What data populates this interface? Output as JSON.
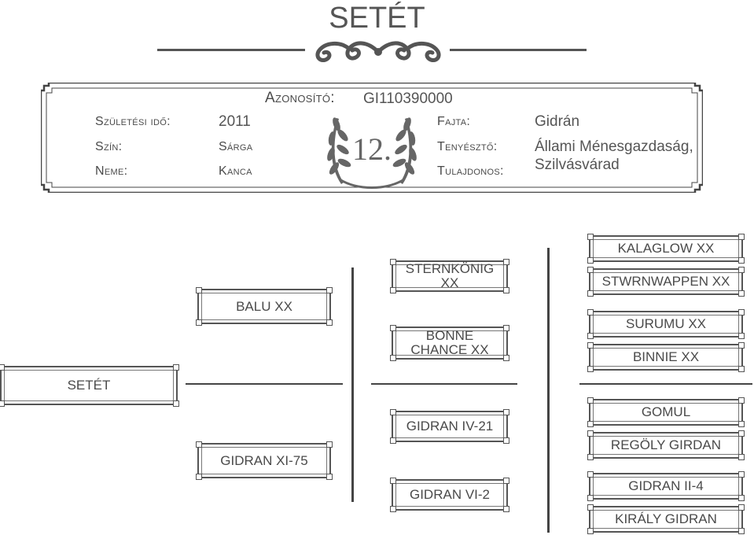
{
  "title": "SETÉT",
  "info": {
    "id_label": "Azonosító:",
    "id_value": "GI110390000",
    "birth_label": "Születési idő:",
    "birth_value": "2011",
    "color_label": "Szín:",
    "color_value": "Sárga",
    "sex_label": "Neme:",
    "sex_value": "Kanca",
    "number": "12.",
    "breed_label": "Fajta:",
    "breed_value": "Gidrán",
    "breeder_label": "Tenyésztő:",
    "breeder_value_1": "Állami Ménesgazdaság,",
    "breeder_value_2": "Szilvásvárad",
    "owner_label": "Tulajdonos:"
  },
  "pedigree": {
    "subject": "SETÉT",
    "sire": "BALU XX",
    "dam": "GIDRAN XI-75",
    "ss": "STERNKÖNIG XX",
    "sd": "BONNE CHANCE XX",
    "ds": "GIDRAN IV-21",
    "dd": "GIDRAN VI-2",
    "sss": "KALAGLOW XX",
    "ssd": "STWRNWAPPEN XX",
    "sds": "SURUMU XX",
    "sdd": "BINNIE XX",
    "dss": "GOMUL",
    "dsd": "REGÖLY GIRDAN",
    "dds": "GIDRAN II-4",
    "ddd": "KIRÁLY GIDRAN"
  },
  "colors": {
    "ink": "#4d4d4d",
    "frame": "#555555"
  }
}
